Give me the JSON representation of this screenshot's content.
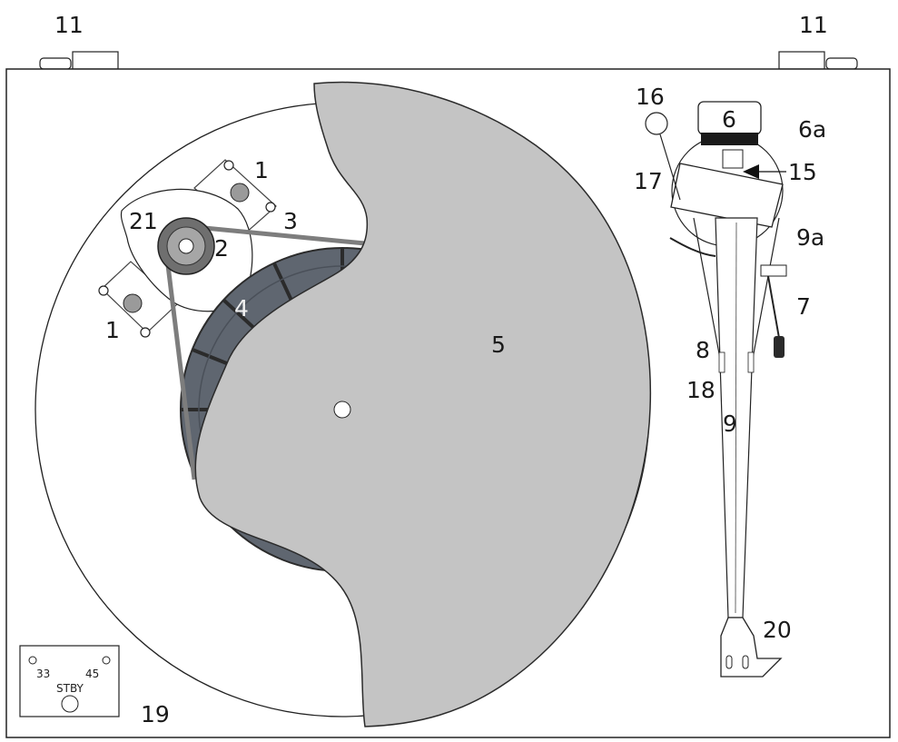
{
  "labels": {
    "feet_left": "11",
    "feet_right": "11",
    "motor_mount_top": "1",
    "motor_mount_bottom": "1",
    "pulley": "2",
    "belt": "3",
    "subplatter": "4",
    "platter": "5",
    "counterweight": "6",
    "counterweight_a": "6a",
    "antiskate": "7",
    "armlift": "8",
    "tonearm": "9",
    "tonearm_a": "9a",
    "vta_arrow": "15",
    "antiskate_weight": "16",
    "bearing_housing": "17",
    "arm_rest": "18",
    "plinth": "19",
    "headshell": "20",
    "motor": "21"
  },
  "speed_switch": {
    "speed_33": "33",
    "speed_45": "45",
    "standby": "STBY"
  },
  "colors": {
    "platter_fill": "#c4c4c4",
    "subplatter_fill": "#5f6670",
    "outline": "#222222",
    "background": "#ffffff"
  }
}
